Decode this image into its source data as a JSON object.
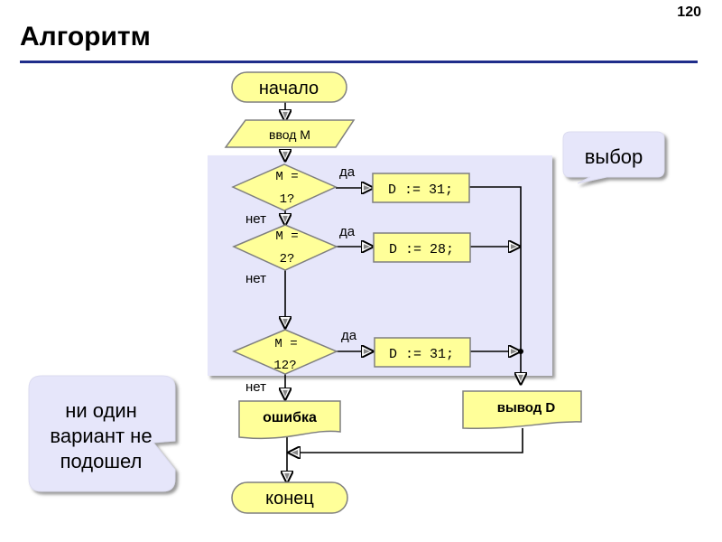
{
  "slide": {
    "number": "120",
    "title": "Алгоритм"
  },
  "colors": {
    "shape_fill": "#ffff99",
    "shape_stroke": "#7f7f7f",
    "region_fill": "#e6e6fa",
    "callout_fill": "#e6e6fa",
    "rule": "#1f2d8a",
    "line": "#000000"
  },
  "flowchart": {
    "start": "начало",
    "input": "ввод M",
    "decisions": [
      {
        "line1": "M =",
        "line2": "1?",
        "yes": "да",
        "no": "нет",
        "action": "D := 31;"
      },
      {
        "line1": "M =",
        "line2": "2?",
        "yes": "да",
        "no": "нет",
        "action": "D := 28;"
      },
      {
        "line1": "M =",
        "line2": "12?",
        "yes": "да",
        "no": "нет",
        "action": "D := 31;"
      }
    ],
    "error_output": "ошибка",
    "output": "вывод D",
    "end": "конец"
  },
  "callouts": {
    "choice": "выбор",
    "no_match": [
      "ни один",
      "вариант не",
      "подошел"
    ]
  }
}
